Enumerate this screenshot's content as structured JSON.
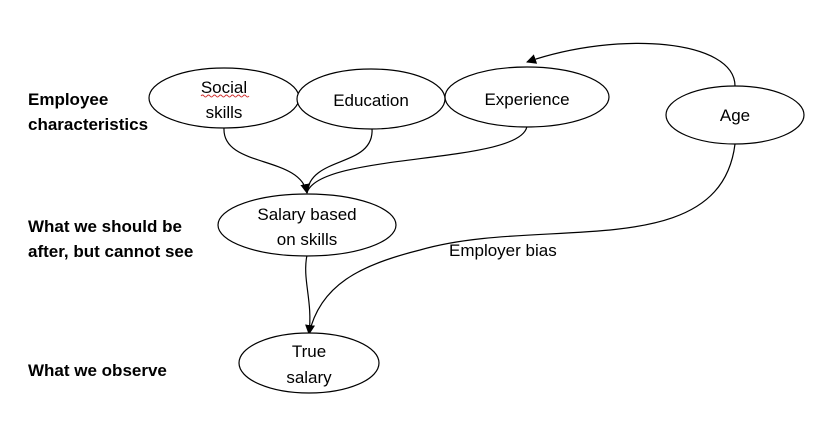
{
  "row_labels": {
    "characteristics": [
      "Employee",
      "characteristics"
    ],
    "should_be": [
      "What we should be",
      "after, but cannot see"
    ],
    "observe": [
      "What we observe"
    ]
  },
  "nodes": {
    "social_skills": [
      "Social",
      "skills"
    ],
    "education": [
      "Education"
    ],
    "experience": [
      "Experience"
    ],
    "age": [
      "Age"
    ],
    "salary_skills": [
      "Salary based",
      "on skills"
    ],
    "true_salary": [
      "True",
      "salary"
    ]
  },
  "edge_labels": {
    "employer_bias": "Employer bias"
  },
  "colors": {
    "stroke": "#000000",
    "spellcheck": "#d03030"
  }
}
